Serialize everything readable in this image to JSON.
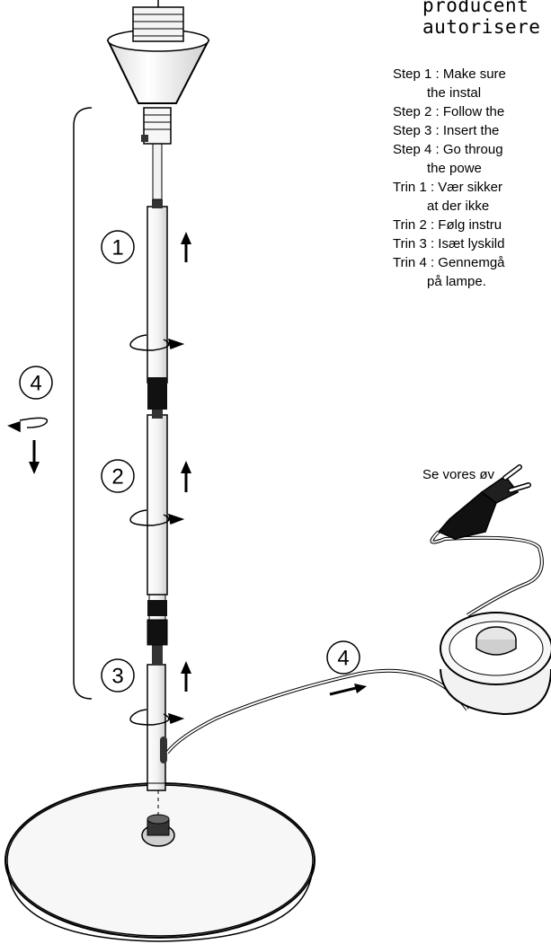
{
  "header": {
    "line1": "producent",
    "line2": "autorisere"
  },
  "steps": [
    {
      "text": "Step 1 : Make sure",
      "cont": "the instal"
    },
    {
      "text": "Step 2 : Follow the",
      "cont": ""
    },
    {
      "text": "Step 3 : Insert the",
      "cont": ""
    },
    {
      "text": "Step 4 : Go throug",
      "cont": "the powe"
    },
    {
      "text": "Trin 1 : Vær sikker",
      "cont": "at der ikke"
    },
    {
      "text": "Trin 2 : Følg instru",
      "cont": ""
    },
    {
      "text": "Trin 3 : Isæt lyskild",
      "cont": ""
    },
    {
      "text": "Trin 4 : Gennemgå",
      "cont": "på lampe."
    }
  ],
  "note": "Se vores øv",
  "callouts": {
    "c1": "1",
    "c2": "2",
    "c3": "3",
    "c4a": "4",
    "c4b": "4"
  }
}
